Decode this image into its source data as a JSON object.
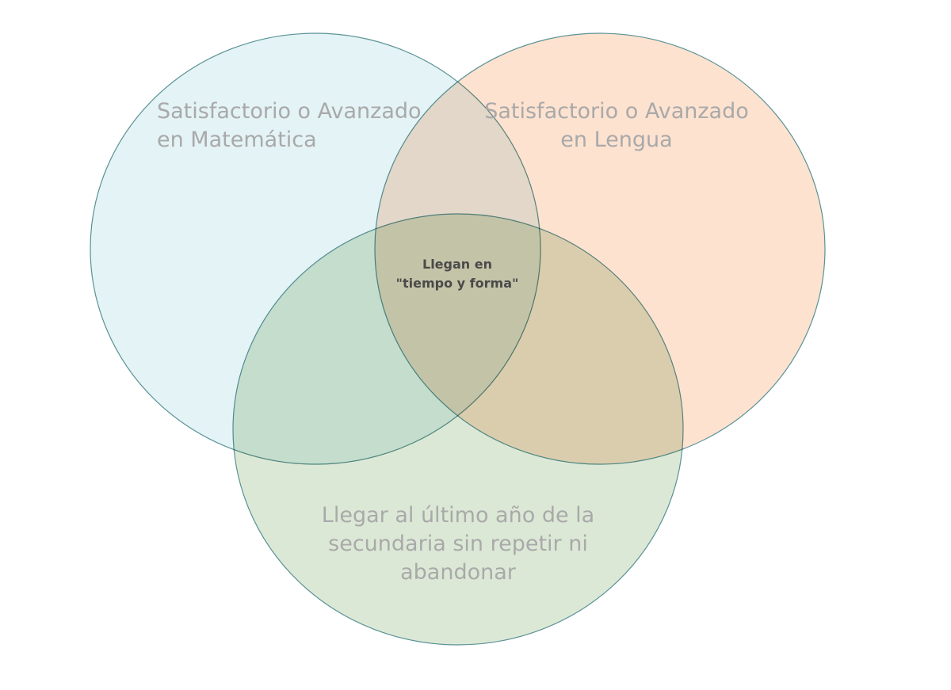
{
  "sets": [
    {
      "label_line1": "Satisfactorio o Avanzado",
      "label_line2": "en Matemática",
      "color": "#e4f3f5"
    },
    {
      "label_line1": "Satisfactorio o Avanzado",
      "label_line2": "en Lengua",
      "color": "#fde2d0"
    },
    {
      "label_line1": "Llegar al último año de la",
      "label_line2": "secundaria sin repetir ni",
      "label_line3": "abandonar",
      "color": "#dce8d6"
    }
  ],
  "intersection": {
    "line1": "Llegan en",
    "line2": "\"tiempo y forma\""
  }
}
